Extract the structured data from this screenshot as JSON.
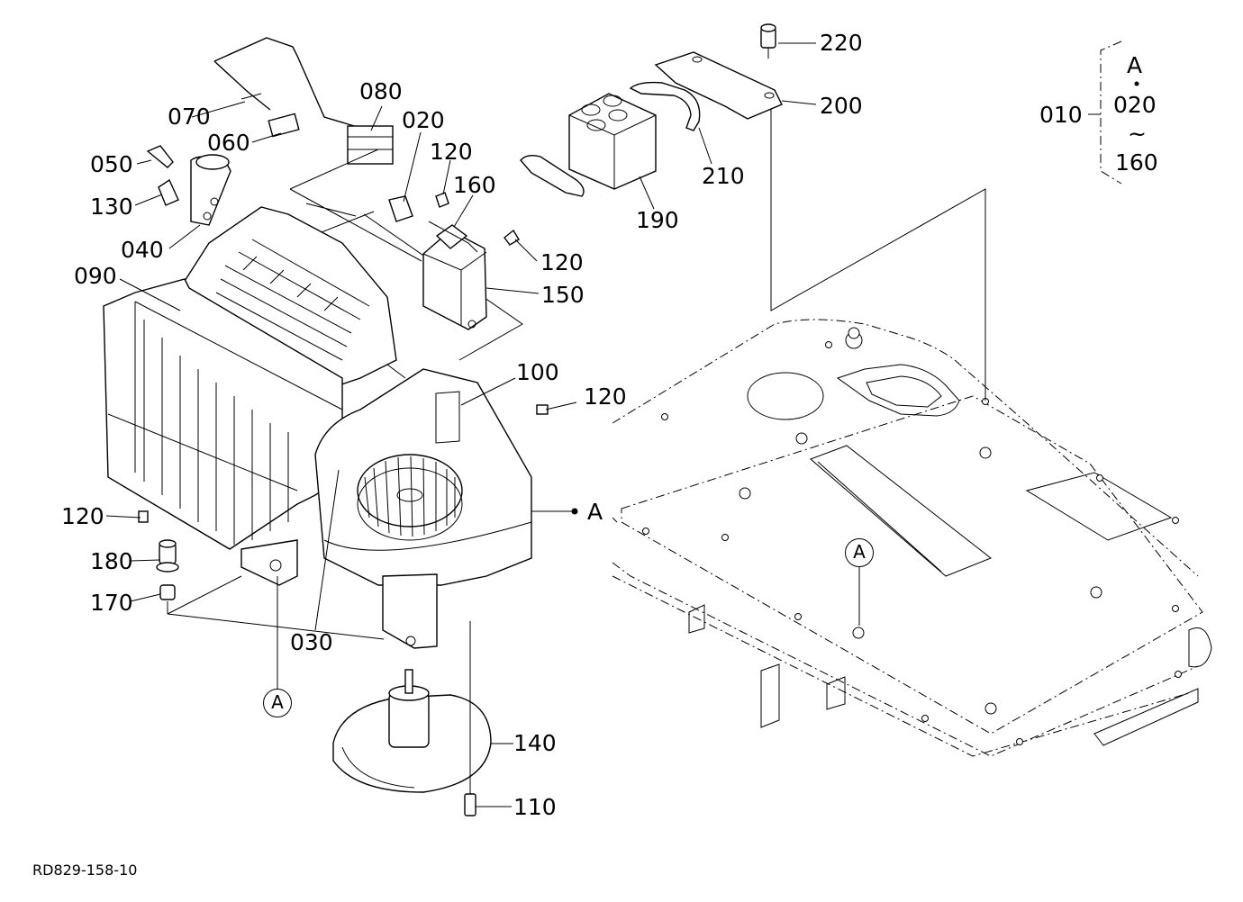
{
  "drawing_code": "RD829-158-10",
  "parts": {
    "p010": "010",
    "p020": "020",
    "p030": "030",
    "p040": "040",
    "p050": "050",
    "p060": "060",
    "p070": "070",
    "p080": "080",
    "p090": "090",
    "p100": "100",
    "p110": "110",
    "p120_a": "120",
    "p120_b": "120",
    "p120_c": "120",
    "p120_d": "120",
    "p130": "130",
    "p140": "140",
    "p150": "150",
    "p160": "160",
    "p170": "170",
    "p180": "180",
    "p190": "190",
    "p200": "200",
    "p210": "210",
    "p220": "220"
  },
  "assembly_group": {
    "label": "010",
    "ref": "A",
    "from": "020",
    "range_mark": "~",
    "to": "160"
  },
  "ref_marks": {
    "arrow_label": "A",
    "circle_left": "A",
    "circle_right": "A"
  }
}
